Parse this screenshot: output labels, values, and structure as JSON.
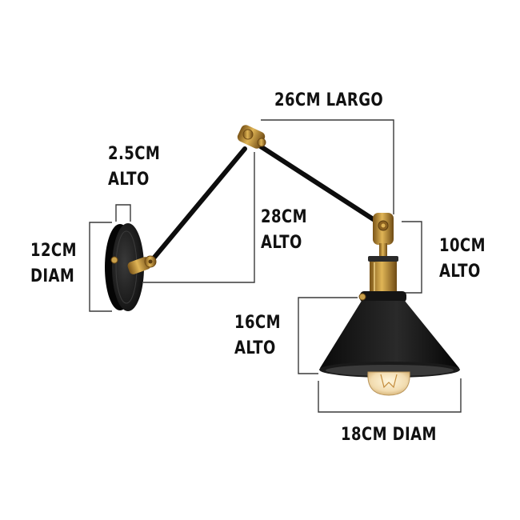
{
  "colors": {
    "background": "#ffffff",
    "metal_black": "#111111",
    "brass": "#b8862b",
    "dimension_line": "#3a3a3a",
    "text": "#111111"
  },
  "labels": {
    "width_largo": "26CM LARGO",
    "mount_height_value": "2.5CM",
    "mount_height_unit": "ALTO",
    "base_diam_value": "12CM",
    "base_diam_unit": "DIAM",
    "arm_height_value": "28CM",
    "arm_height_unit": "ALTO",
    "joint_height_value": "10CM",
    "joint_height_unit": "ALTO",
    "shade_height_value": "16CM",
    "shade_height_unit": "ALTO",
    "shade_diam": "18CM DIAM"
  }
}
